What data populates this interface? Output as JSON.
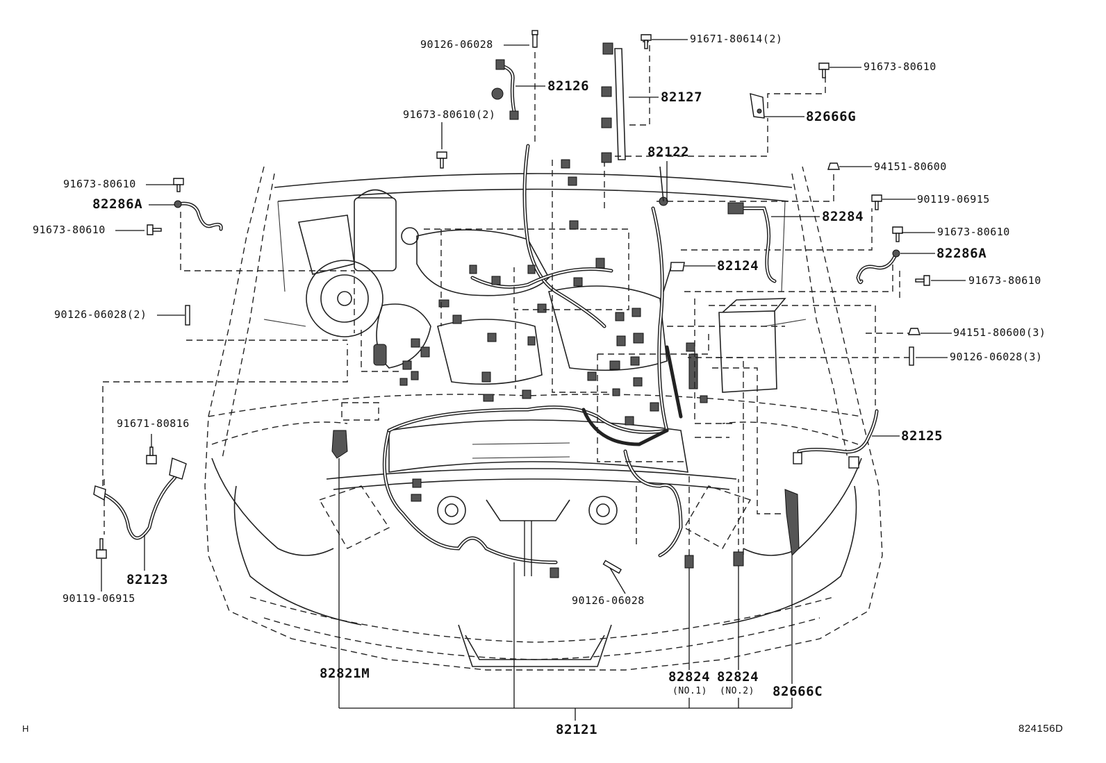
{
  "labels": {
    "p90126_06028_top": "90126-06028",
    "p82126": "82126",
    "p91671_80614": "91671-80614(2)",
    "p82127": "82127",
    "p91673_80610_top": "91673-80610",
    "p82666G": "82666G",
    "p91673_80610_2": "91673-80610(2)",
    "p82122": "82122",
    "p94151_80600": "94151-80600",
    "p91673_80610_left1": "91673-80610",
    "p82286A_left": "82286A",
    "p91673_80610_left2": "91673-80610",
    "p90119_06915_right": "90119-06915",
    "p82284": "82284",
    "p91673_80610_right1": "91673-80610",
    "p82286A_right": "82286A",
    "p82124": "82124",
    "p91673_80610_right2": "91673-80610",
    "p90126_06028_2": "90126-06028(2)",
    "p94151_80600_3": "94151-80600(3)",
    "p90126_06028_3": "90126-06028(3)",
    "p91671_80816": "91671-80816",
    "p82125": "82125",
    "p82123": "82123",
    "p90119_06915_left": "90119-06915",
    "p90126_06028_bottom": "90126-06028",
    "p82821M": "82821M",
    "p82824_no1": "82824",
    "p82824_no1_sub": "(NO.1)",
    "p82824_no2": "82824",
    "p82824_no2_sub": "(NO.2)",
    "p82666C": "82666C",
    "p82121": "82121",
    "corner_left": "H",
    "corner_right": "824156D"
  }
}
